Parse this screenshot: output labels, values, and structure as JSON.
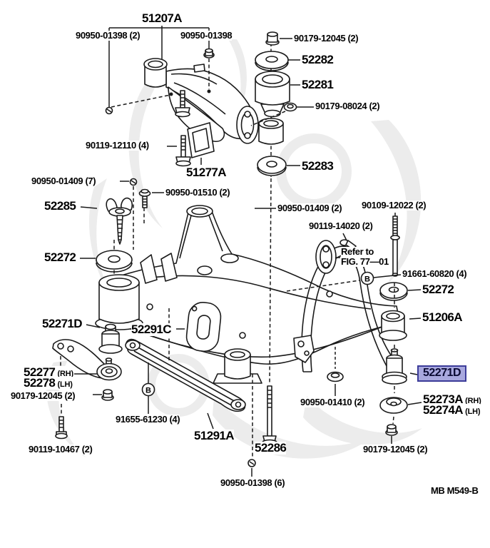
{
  "colors": {
    "line": "#1a1a1a",
    "highlight_fill": "#a8a8de",
    "highlight_border": "#3c3c99",
    "watermark": "#ececec"
  },
  "markers": {
    "circled_b": "B"
  },
  "labels": [
    {
      "text": "51207A"
    },
    {
      "text": "90950-01398 (2)"
    },
    {
      "text": "90950-01398"
    },
    {
      "text": "90179-12045 (2)"
    },
    {
      "text": "52282"
    },
    {
      "text": "52281"
    },
    {
      "text": "90179-08024 (2)"
    },
    {
      "text": "90119-12110 (4)"
    },
    {
      "text": "51277A"
    },
    {
      "text": "52283"
    },
    {
      "text": "90950-01409 (7)"
    },
    {
      "text": "90950-01510 (2)"
    },
    {
      "text": "52285"
    },
    {
      "text": "90950-01409 (2)"
    },
    {
      "text": "90109-12022 (2)"
    },
    {
      "text": "90119-14020 (2)"
    },
    {
      "text": "Refer to"
    },
    {
      "text": "FIG. 77—01"
    },
    {
      "text": "91661-60820 (4)"
    },
    {
      "text": "52272"
    },
    {
      "text": "52272"
    },
    {
      "text": "51206A"
    },
    {
      "text": "52271D"
    },
    {
      "text": "52291C"
    },
    {
      "text": "52277",
      "suffix": "(RH)"
    },
    {
      "text": "52278",
      "suffix": "(LH)"
    },
    {
      "text": "90179-12045 (2)"
    },
    {
      "text": "91655-61230 (4)"
    },
    {
      "text": "51291A"
    },
    {
      "text": "90119-10467 (2)"
    },
    {
      "text": "52286"
    },
    {
      "text": "90950-01410 (2)"
    },
    {
      "text": "52271D"
    },
    {
      "text": "52273A",
      "suffix": "(RH)"
    },
    {
      "text": "52274A",
      "suffix": "(LH)"
    },
    {
      "text": "90179-12045 (2)"
    },
    {
      "text": "90950-01398 (6)"
    },
    {
      "text": "MB M549-B"
    }
  ]
}
